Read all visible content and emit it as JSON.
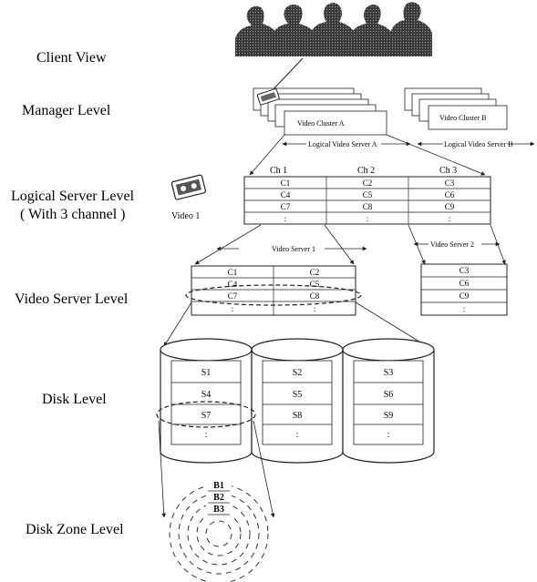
{
  "level_labels": {
    "client": "Client View",
    "manager": "Manager Level",
    "logical_line1": "Logical Server Level",
    "logical_line2": "( With 3 channel )",
    "video_server": "Video Server Level",
    "disk": "Disk Level",
    "disk_zone": "Disk Zone Level"
  },
  "manager": {
    "cluster_a": "Video Cluster A",
    "cluster_b": "Video Cluster B",
    "logical_server_a": "Logical Video Server A",
    "logical_server_b": "Logical Video Server B"
  },
  "logical": {
    "video_label": "Video 1",
    "channels": [
      "Ch 1",
      "Ch 2",
      "Ch 3"
    ],
    "rows": [
      [
        "C1",
        "C2",
        "C3"
      ],
      [
        "C4",
        "C5",
        "C6"
      ],
      [
        "C7",
        "C8",
        "C9"
      ],
      [
        ":",
        ":",
        ":"
      ]
    ]
  },
  "video_servers": {
    "server1_label": "Video Server 1",
    "server2_label": "Video Server 2",
    "server1_rows": [
      [
        "C1",
        "C2"
      ],
      [
        "C4",
        "C5"
      ],
      [
        "C7",
        "C8"
      ],
      [
        ":",
        ":"
      ]
    ],
    "server2_rows": [
      "C3",
      "C6",
      "C9",
      ":"
    ]
  },
  "disks": [
    [
      "S1",
      "S4",
      "S7",
      ":"
    ],
    [
      "S2",
      "S5",
      "S8",
      ":"
    ],
    [
      "S3",
      "S6",
      "S9",
      ":"
    ]
  ],
  "zones": [
    "B1",
    "B2",
    "B3"
  ]
}
